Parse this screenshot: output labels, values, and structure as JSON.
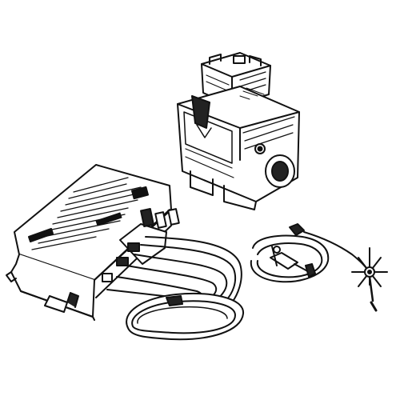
{
  "image": {
    "background": "#ffffff",
    "ink": "#111111",
    "parts": [
      {
        "name": "gas-valve",
        "kind": "illustration"
      },
      {
        "name": "ignition-control-module",
        "kind": "illustration"
      },
      {
        "name": "wiring-harness",
        "kind": "illustration"
      },
      {
        "name": "flame-sensor-assembly",
        "kind": "illustration"
      }
    ]
  }
}
